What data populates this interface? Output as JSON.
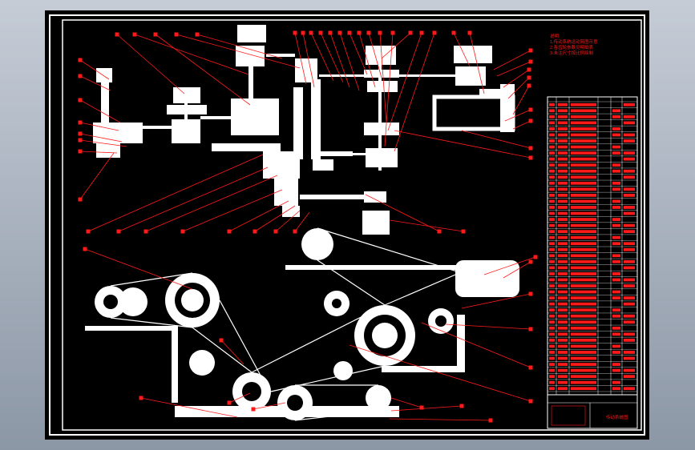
{
  "drawing": {
    "colors": {
      "background": "#000000",
      "outline": "#ffffff",
      "annotation": "#ff1a1a",
      "viewer_backdrop": "#9aa5b3"
    },
    "notes_block": {
      "lines": [
        "说明:",
        "1.传动系统运动简图示意",
        "2.各齿轮参数见明细表",
        "3.未注尺寸按比例绘制"
      ]
    },
    "parts_table": {
      "rows": 48
    },
    "title_block": {
      "label": "传动系统图"
    },
    "callouts": {
      "rule": "each balloon leader points from a part to its label"
    }
  }
}
